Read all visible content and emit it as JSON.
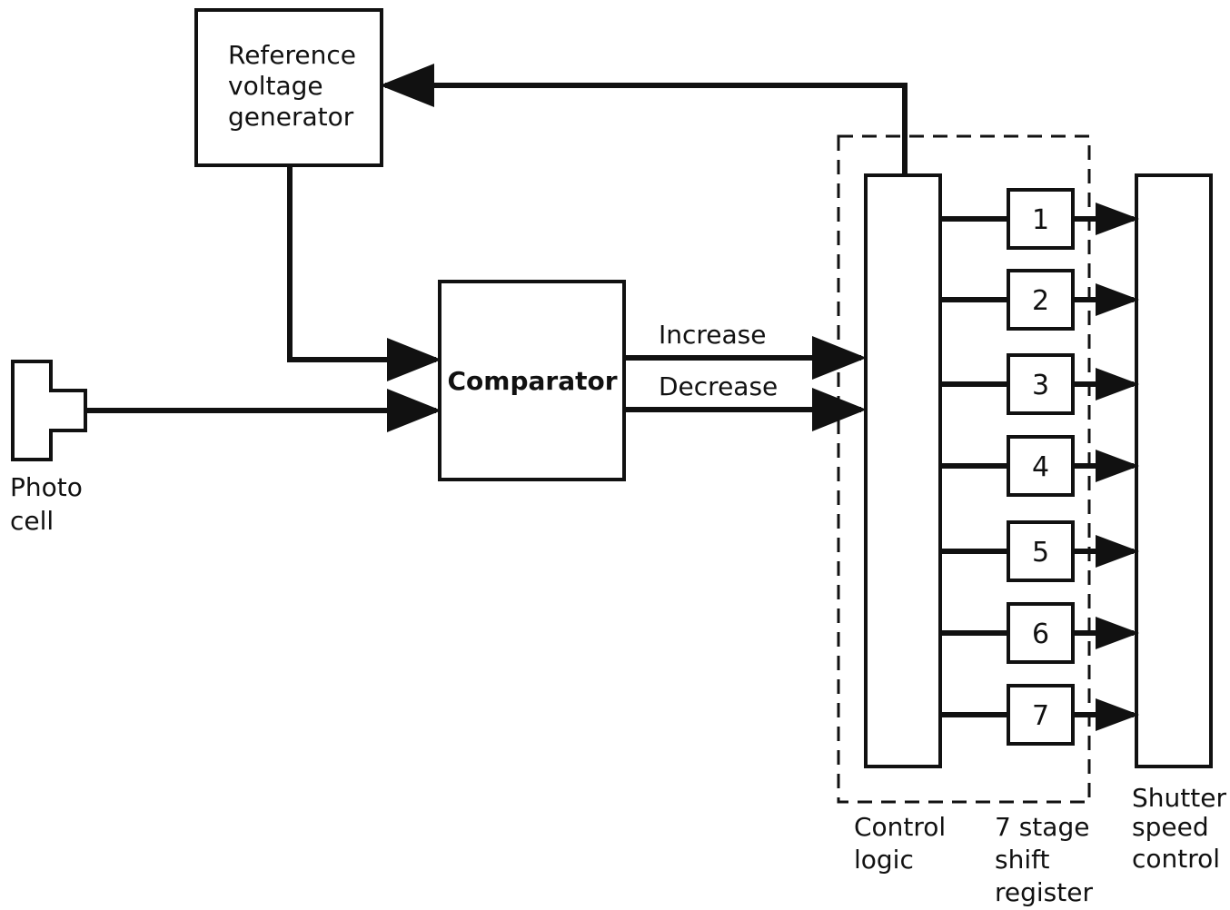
{
  "blocks": {
    "reference": {
      "lines": [
        "Reference",
        "voltage",
        "generator"
      ]
    },
    "comparator": {
      "label": "Comparator"
    },
    "photocell": {
      "lines": [
        "Photo",
        "cell"
      ]
    },
    "control_logic": {
      "lines": [
        "Control",
        "logic"
      ]
    },
    "shift_register": {
      "lines": [
        "7 stage",
        "shift",
        "register"
      ]
    },
    "shutter": {
      "lines": [
        "Shutter",
        "speed",
        "control"
      ]
    }
  },
  "signals": {
    "increase": "Increase",
    "decrease": "Decrease"
  },
  "stages": [
    "1",
    "2",
    "3",
    "4",
    "5",
    "6",
    "7"
  ],
  "colors": {
    "line": "#111111",
    "background": "#ffffff"
  }
}
